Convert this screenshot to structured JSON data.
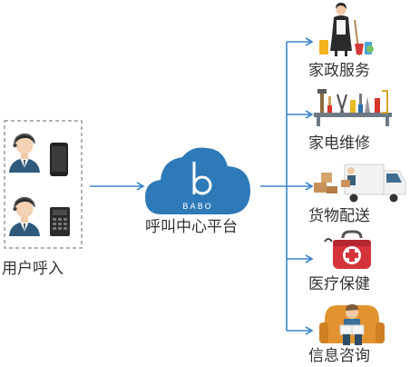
{
  "callers": {
    "label": "用户呼入",
    "items": [
      {
        "icon": "agent-with-smartphone-icon"
      },
      {
        "icon": "agent-with-desk-phone-icon"
      }
    ]
  },
  "center": {
    "label": "呼叫中心平台",
    "logo_text": "BABO",
    "logo_color": "#2e7ab8"
  },
  "services": [
    {
      "label": "家政服务",
      "icon": "housekeeper-icon"
    },
    {
      "label": "家电维修",
      "icon": "repair-tools-icon"
    },
    {
      "label": "货物配送",
      "icon": "delivery-truck-icon"
    },
    {
      "label": "医疗保健",
      "icon": "first-aid-kit-icon"
    },
    {
      "label": "信息咨询",
      "icon": "reading-man-icon"
    }
  ],
  "colors": {
    "connector": "#3a86c8",
    "dashed_border": "#999999",
    "text": "#333333"
  }
}
